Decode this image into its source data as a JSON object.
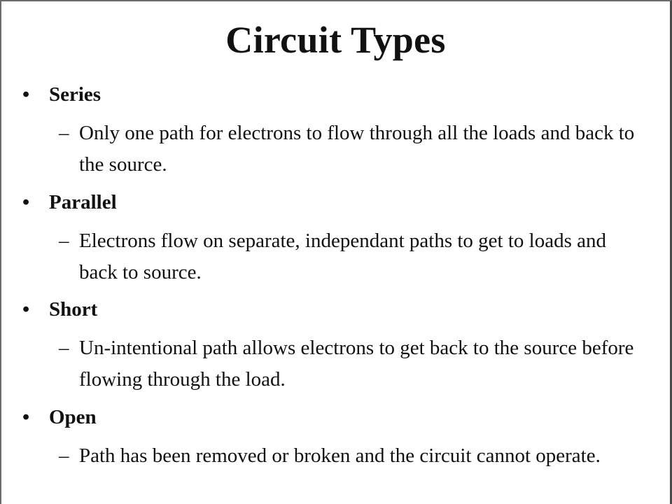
{
  "slide": {
    "title": "Circuit Types",
    "bullet_glyph": "•",
    "dash_glyph": "–",
    "items": [
      {
        "heading": "Series",
        "description": "Only one path for electrons to flow through all the loads and back to the source."
      },
      {
        "heading": "Parallel",
        "description": "Electrons flow on separate, independant paths to get to loads and back to source."
      },
      {
        "heading": "Short",
        "description": "Un-intentional path allows  electrons to get back to the source before flowing through the load."
      },
      {
        "heading": "Open",
        "description": "Path has been removed or broken and the circuit cannot operate."
      }
    ]
  }
}
